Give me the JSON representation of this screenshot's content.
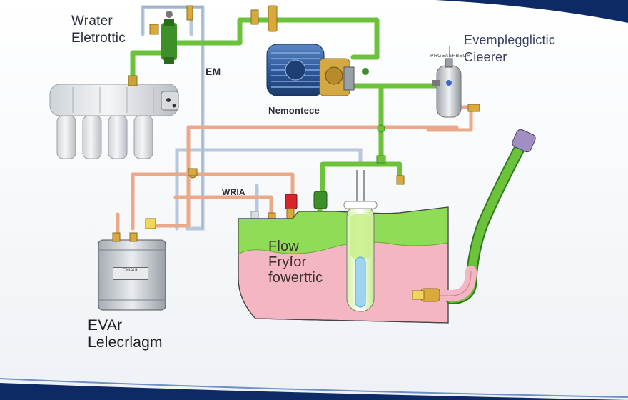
{
  "labels": {
    "water_electric_line1": "Wrater",
    "water_electric_line2": "Eletrottic",
    "em": "EM",
    "nemontece": "Nemontece",
    "evemplegg_line1": "Evemplegglictic",
    "evemplegg_line2": "Cieerer",
    "small_top": "PRGEASRBEGH",
    "wria": "WRIA",
    "flow_line1": "Flow",
    "flow_line2": "Fryfor",
    "flow_line3": "fowerttic",
    "tank_screen": "CNIAUII",
    "evar_line1": "EVAr",
    "evar_line2": "Lelecrlagm"
  },
  "colors": {
    "green_pipe": "#6cc23a",
    "green_dark": "#3d8f2a",
    "copper_pipe": "#e9a98a",
    "blue_pipe": "#b7c7dc",
    "brass": "#d9a93c",
    "pink_tank": "#f3b6c2",
    "green_liquid": "#8fdc56",
    "navy_accent": "#0e2a66",
    "motor_blue": "#2d5a9c"
  },
  "icons": {
    "filter_unit": "filter-housings-icon",
    "pump_motor": "pump-motor-icon",
    "pressure_vessel": "pressure-vessel-icon",
    "storage_tank": "storage-tank-icon",
    "flow_reservoir": "flow-reservoir-icon",
    "flow_meter": "flow-meter-tube-icon",
    "hose": "hose-icon"
  }
}
